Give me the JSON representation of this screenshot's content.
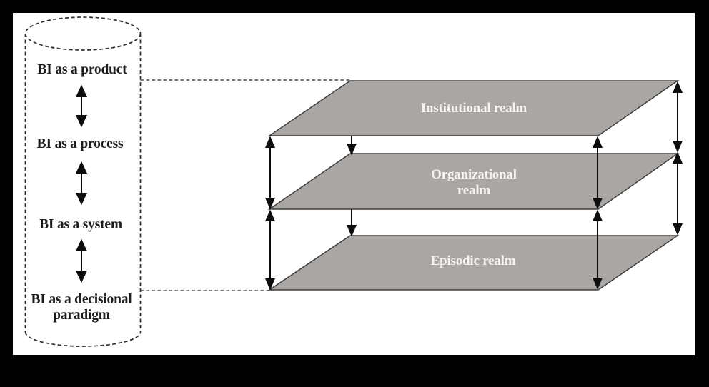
{
  "colors": {
    "page_bg": "#000000",
    "canvas_bg": "#ffffff",
    "plane_fill": "#a9a6a3",
    "plane_border": "#3e3e3e",
    "arrow": "#0d0d0d",
    "cylinder_outline": "#2e2e2e",
    "cylinder_text": "#1c1c1c",
    "realm_text": "#f6f4f2"
  },
  "cylinder": {
    "items": [
      {
        "label": "BI as a product"
      },
      {
        "label": "BI as a process"
      },
      {
        "label": "BI as a system"
      },
      {
        "label": "BI as a decisional paradigm"
      }
    ]
  },
  "planes": [
    {
      "label": "Institutional realm"
    },
    {
      "label": "Organizational realm"
    },
    {
      "label": "Episodic realm"
    }
  ]
}
